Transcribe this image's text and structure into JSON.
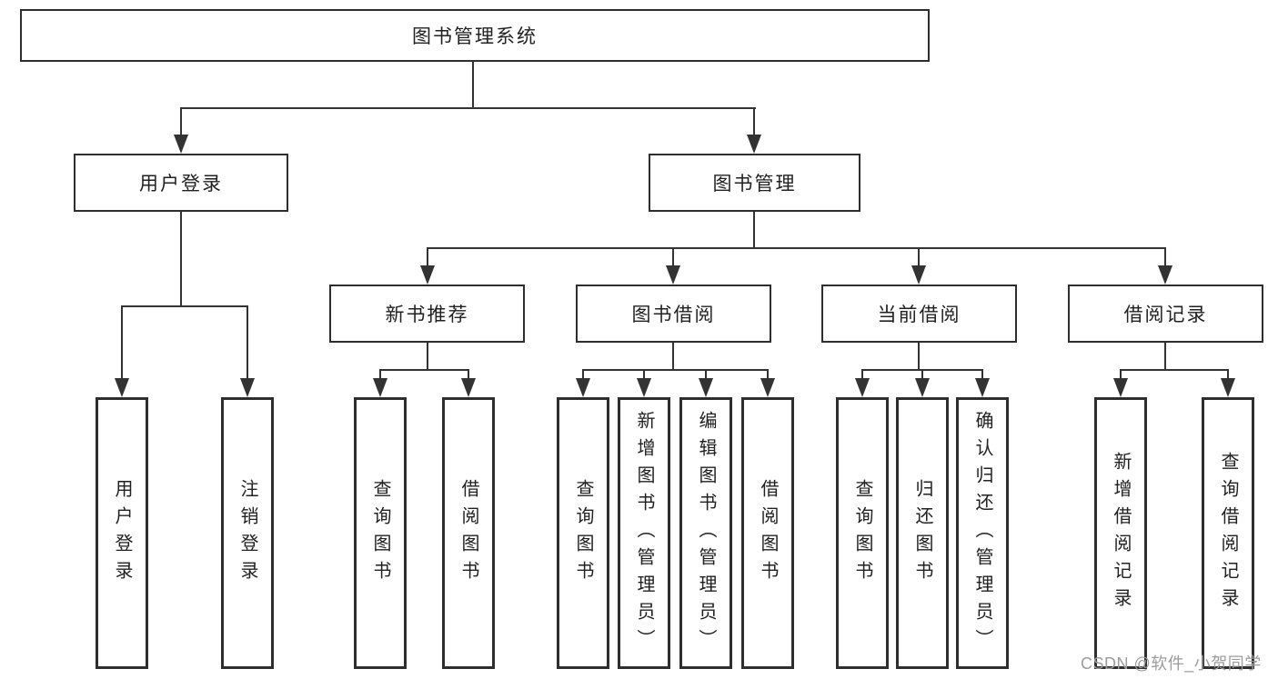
{
  "root": {
    "label": "图书管理系统"
  },
  "level2": {
    "user_login": "用户登录",
    "book_management": "图书管理"
  },
  "level3": {
    "new_book_recommend": "新书推荐",
    "book_borrow": "图书借阅",
    "current_borrow": "当前借阅",
    "borrow_record": "借阅记录"
  },
  "leaves": {
    "user_login": [
      "用户登录",
      "注销登录"
    ],
    "new_book_recommend": [
      "查询图书",
      "借阅图书"
    ],
    "book_borrow": [
      "查询图书",
      "新增图书（管理员）",
      "编辑图书（管理员）",
      "借阅图书"
    ],
    "current_borrow": [
      "查询图书",
      "归还图书",
      "确认归还（管理员）"
    ],
    "borrow_record": [
      "新增借阅记录",
      "查询借阅记录"
    ]
  },
  "watermark": {
    "text": "CSDN @软件_小贺同学",
    "color": "#9c9c9c"
  },
  "colors": {
    "line": "#333333",
    "box_border": "#2e2e2e",
    "text": "#212121",
    "background": "#ffffff"
  }
}
